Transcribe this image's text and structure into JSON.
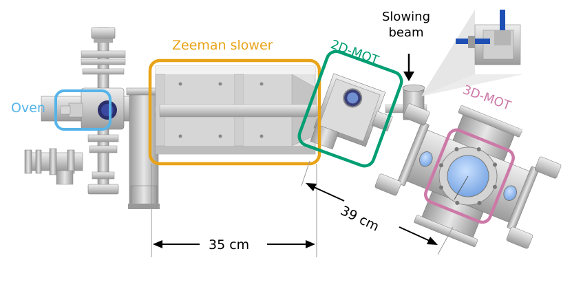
{
  "labels": {
    "zeeman": "Zeeman slower",
    "oven": "Oven",
    "mot2d": "2D-MOT",
    "mot3d": "3D-MOT",
    "slowing_line1": "Slowing",
    "slowing_line2": "beam",
    "dist_35": "35 cm",
    "dist_39": "39 cm"
  },
  "colors": {
    "zeeman": "#E8A317",
    "oven": "#56B4E9",
    "mot2d": "#009E73",
    "mot3d": "#CC79A7",
    "metal_light": "#d9d9d9",
    "metal_mid": "#b8b8b8",
    "metal_dark": "#7a7a7a",
    "window": "#8fb8ee",
    "blue_rod": "#1f4fb5"
  }
}
